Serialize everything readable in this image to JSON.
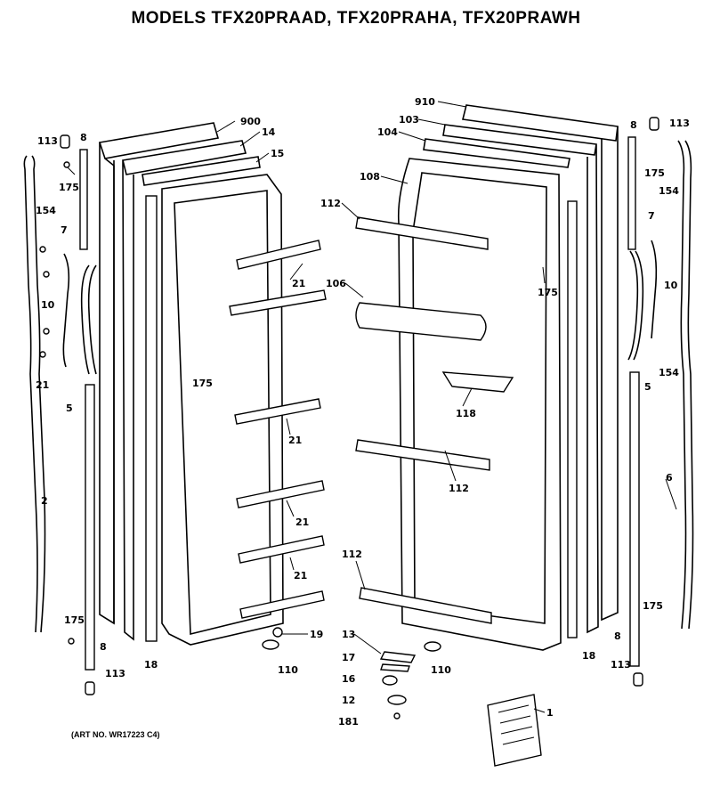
{
  "title": "MODELS TFX20PRAAD, TFX20PRAHA, TFX20PRAWH",
  "art_number": "(ART NO. WR17223 C4)",
  "part_labels": [
    "900",
    "14",
    "15",
    "113",
    "8",
    "175",
    "154",
    "7",
    "10",
    "5",
    "2",
    "175",
    "21",
    "21",
    "21",
    "21",
    "21",
    "175",
    "113",
    "8",
    "18",
    "19",
    "110",
    "910",
    "103",
    "104",
    "108",
    "112",
    "106",
    "175",
    "118",
    "112",
    "112",
    "113",
    "8",
    "175",
    "154",
    "7",
    "10",
    "154",
    "5",
    "6",
    "175",
    "8",
    "113",
    "18",
    "110",
    "13",
    "17",
    "16",
    "12",
    "181",
    "1"
  ]
}
